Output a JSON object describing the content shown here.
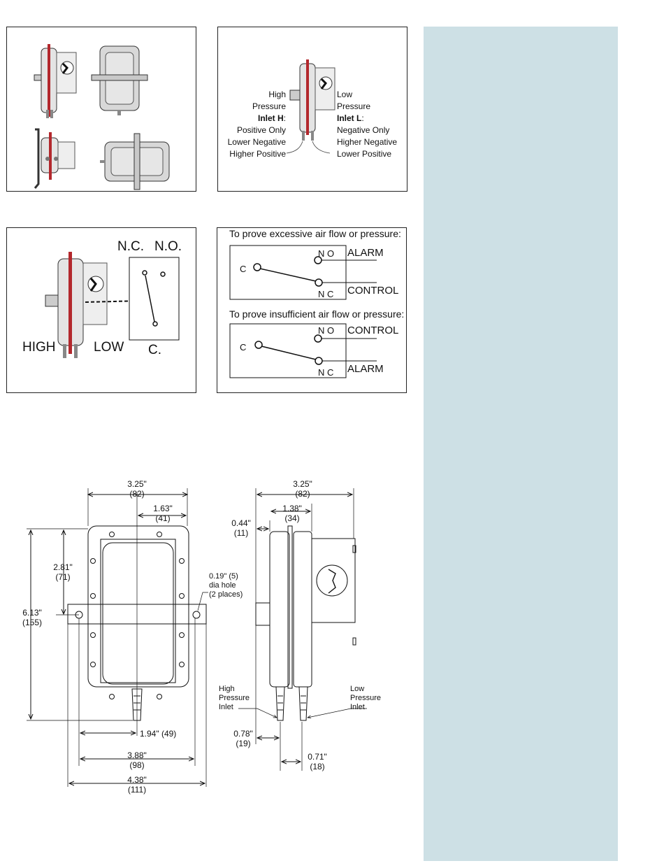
{
  "mounting": {},
  "inlets": {
    "high_label": [
      "High",
      "Pressure"
    ],
    "high_inlet": "Inlet H",
    "high_lines": [
      "Positive Only",
      "Lower Negative",
      "Higher Positive"
    ],
    "low_label": [
      "Low",
      "Pressure"
    ],
    "low_inlet": "Inlet L",
    "low_lines": [
      "Negative Only",
      "Higher Negative",
      "Lower Positive"
    ]
  },
  "switch": {
    "nc": "N.C.",
    "no": "N.O.",
    "high": "HIGH",
    "low": "LOW",
    "c": "C."
  },
  "wiring": {
    "excessive_title": "To prove excessive air flow or pressure:",
    "insufficient_title": "To prove insufficient air flow or pressure:",
    "c": "C",
    "no": "N O",
    "nc": "N C",
    "alarm": "ALARM",
    "control": "CONTROL"
  },
  "dimensions": {
    "front": {
      "width_top": [
        "3.25\"",
        "(82)"
      ],
      "half": [
        "1.63\"",
        "(41)"
      ],
      "upper": [
        "2.81\"",
        "(71)"
      ],
      "height": [
        "6.13\"",
        "(155)"
      ],
      "hole": [
        "0.19\" (5)",
        "dia  hole",
        "(2 places)"
      ],
      "inlet_offset": "1.94\" (49)",
      "hole_spacing": [
        "3.88\"",
        "(98)"
      ],
      "overall": [
        "4.38\"",
        "(111)"
      ]
    },
    "side": {
      "width_top": [
        "3.25\"",
        "(82)"
      ],
      "depth": [
        "1.38\"",
        "(34)"
      ],
      "plate": [
        "0.44\"",
        "(11)"
      ],
      "high_inlet": [
        "High",
        "Pressure",
        "Inlet"
      ],
      "low_inlet": [
        "Low",
        "Pressure",
        "Inlet"
      ],
      "inlet_a": [
        "0.78\"",
        "(19)"
      ],
      "inlet_b": [
        "0.71\"",
        "(18)"
      ]
    }
  }
}
